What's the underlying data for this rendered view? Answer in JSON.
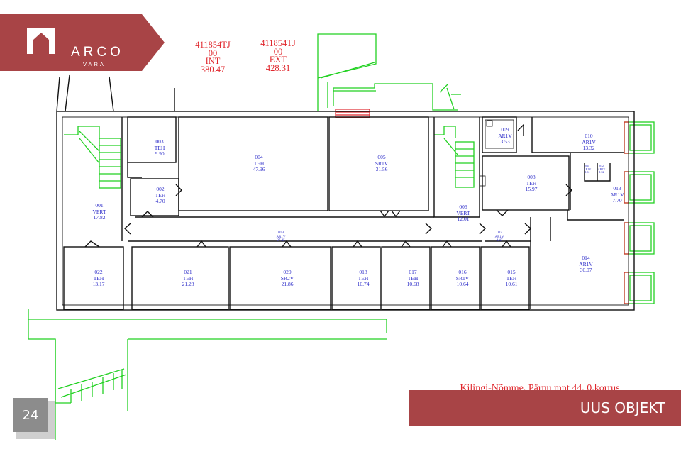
{
  "brand": {
    "name": "ARCO",
    "sub": "VARA",
    "color": "#a84446"
  },
  "plan_codes": [
    {
      "id": "411854TJ",
      "floor": "00",
      "kind": "INT",
      "area": "380.47"
    },
    {
      "id": "411854TJ",
      "floor": "00",
      "kind": "EXT",
      "area": "428.31"
    }
  ],
  "rooms": [
    {
      "num": "001",
      "code": "VERT",
      "area": "17.82"
    },
    {
      "num": "002",
      "code": "TEH",
      "area": "4.70"
    },
    {
      "num": "003",
      "code": "TEH",
      "area": "9.90"
    },
    {
      "num": "004",
      "code": "TEH",
      "area": "47.96"
    },
    {
      "num": "005",
      "code": "SR1V",
      "area": "31.56"
    },
    {
      "num": "006",
      "code": "VERT",
      "area": "12.01"
    },
    {
      "num": "007",
      "code": "AR1V",
      "area": "4.47"
    },
    {
      "num": "008",
      "code": "TEH",
      "area": "15.97"
    },
    {
      "num": "009",
      "code": "AR1V",
      "area": "3.53"
    },
    {
      "num": "010",
      "code": "AR1V",
      "area": "13.32"
    },
    {
      "num": "011",
      "code": "AR1V",
      "area": "1.61"
    },
    {
      "num": "012",
      "code": "AR1V",
      "area": "1.52"
    },
    {
      "num": "013",
      "code": "AR1V",
      "area": "7.70"
    },
    {
      "num": "014",
      "code": "AR1V",
      "area": "30.07"
    },
    {
      "num": "015",
      "code": "TEH",
      "area": "10.61"
    },
    {
      "num": "016",
      "code": "SR1V",
      "area": "10.64"
    },
    {
      "num": "017",
      "code": "TEH",
      "area": "10.68"
    },
    {
      "num": "018",
      "code": "TEH",
      "area": "10.74"
    },
    {
      "num": "019",
      "code": "AR1V",
      "area": "27.45"
    },
    {
      "num": "020",
      "code": "SR2V",
      "area": "21.86"
    },
    {
      "num": "021",
      "code": "TEH",
      "area": "21.28"
    },
    {
      "num": "022",
      "code": "TEH",
      "area": "13.17"
    }
  ],
  "caption": "Kilingi-Nõmme, Pärnu mnt 44, 0.korrus",
  "banner": {
    "label": "UUS OBJEKT"
  },
  "page_number": "24",
  "colors": {
    "wall": "#111111",
    "exterior": "#22d122",
    "door_red": "#e0282e",
    "room_label": "#2a2ac8",
    "code_red": "#e0282e"
  }
}
